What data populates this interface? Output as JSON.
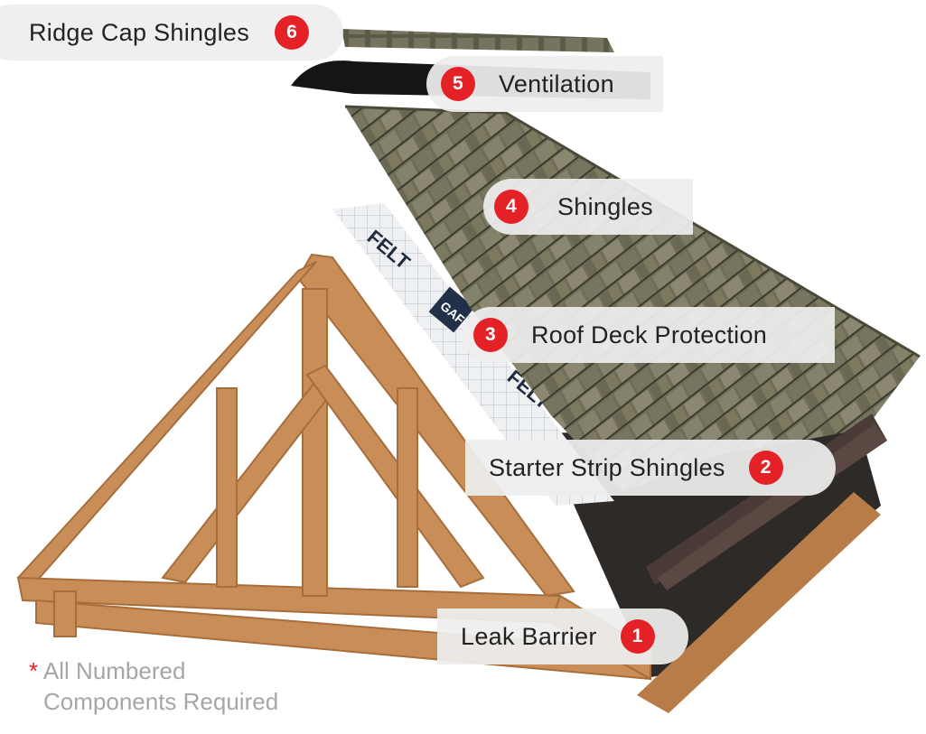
{
  "colors": {
    "badge": "#e32127",
    "callout_bg": "#eeeeee",
    "text": "#222222",
    "note_text": "#a6a6a6",
    "wood": "#c98e57",
    "shingle": "#6f6c57",
    "barrier": "#2d2a28",
    "underlayment": "#eef0f2",
    "starter_strip": "#4a3b37"
  },
  "components": [
    {
      "number": "1",
      "label": "Leak Barrier"
    },
    {
      "number": "2",
      "label": "Starter Strip Shingles"
    },
    {
      "number": "3",
      "label": "Roof Deck Protection"
    },
    {
      "number": "4",
      "label": "Shingles"
    },
    {
      "number": "5",
      "label": "Ventilation"
    },
    {
      "number": "6",
      "label": "Ridge Cap Shingles"
    }
  ],
  "underlayment_brand": "FELT",
  "underlayment_logo": "GAF",
  "note": {
    "asterisk": "*",
    "line1": "All Numbered",
    "line2": "Components Required"
  }
}
